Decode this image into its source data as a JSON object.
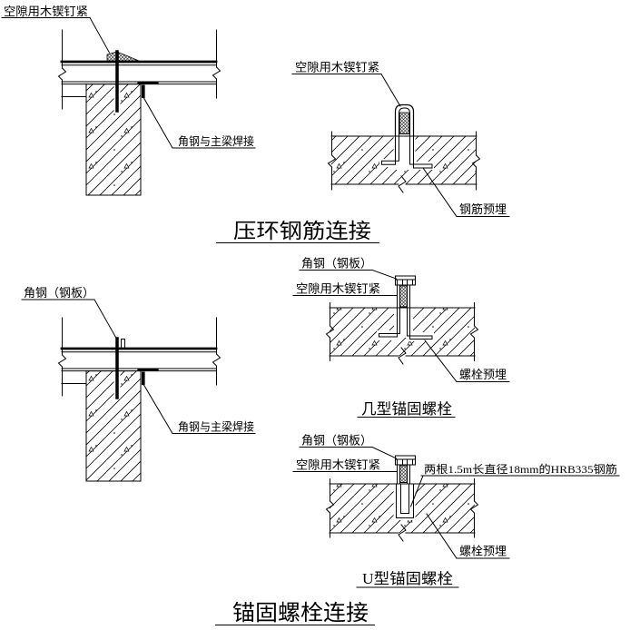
{
  "colors": {
    "ink": "#000000",
    "paper": "#ffffff"
  },
  "sections": {
    "top_connection": {
      "title": "压环钢筋连接",
      "beam_detail": {
        "label_gap_wedge": "空隙用木锲钉紧",
        "label_angle_weld": "角钢与主梁焊接"
      },
      "ring_detail": {
        "label_gap_wedge": "空隙用木锲钉紧",
        "label_rebar_embed": "钢筋预埋"
      }
    },
    "bottom_connection": {
      "title": "锚固螺栓连接",
      "beam_detail": {
        "label_angle_plate": "角钢（钢板）",
        "label_angle_weld": "角钢与主梁焊接"
      },
      "jl_bolt_detail": {
        "subtitle": "几型锚固螺栓",
        "label_angle_plate": "角钢（钢板）",
        "label_gap_wedge": "空隙用木锲钉紧",
        "label_bolt_embed": "螺栓预埋"
      },
      "u_bolt_detail": {
        "subtitle": "U型锚固螺栓",
        "label_angle_plate": "角钢（钢板）",
        "label_gap_wedge": "空隙用木锲钉紧",
        "label_rebar_spec": "两根1.5m长直径18mm的HRB335钢筋",
        "label_bolt_embed": "螺栓预埋"
      }
    }
  }
}
